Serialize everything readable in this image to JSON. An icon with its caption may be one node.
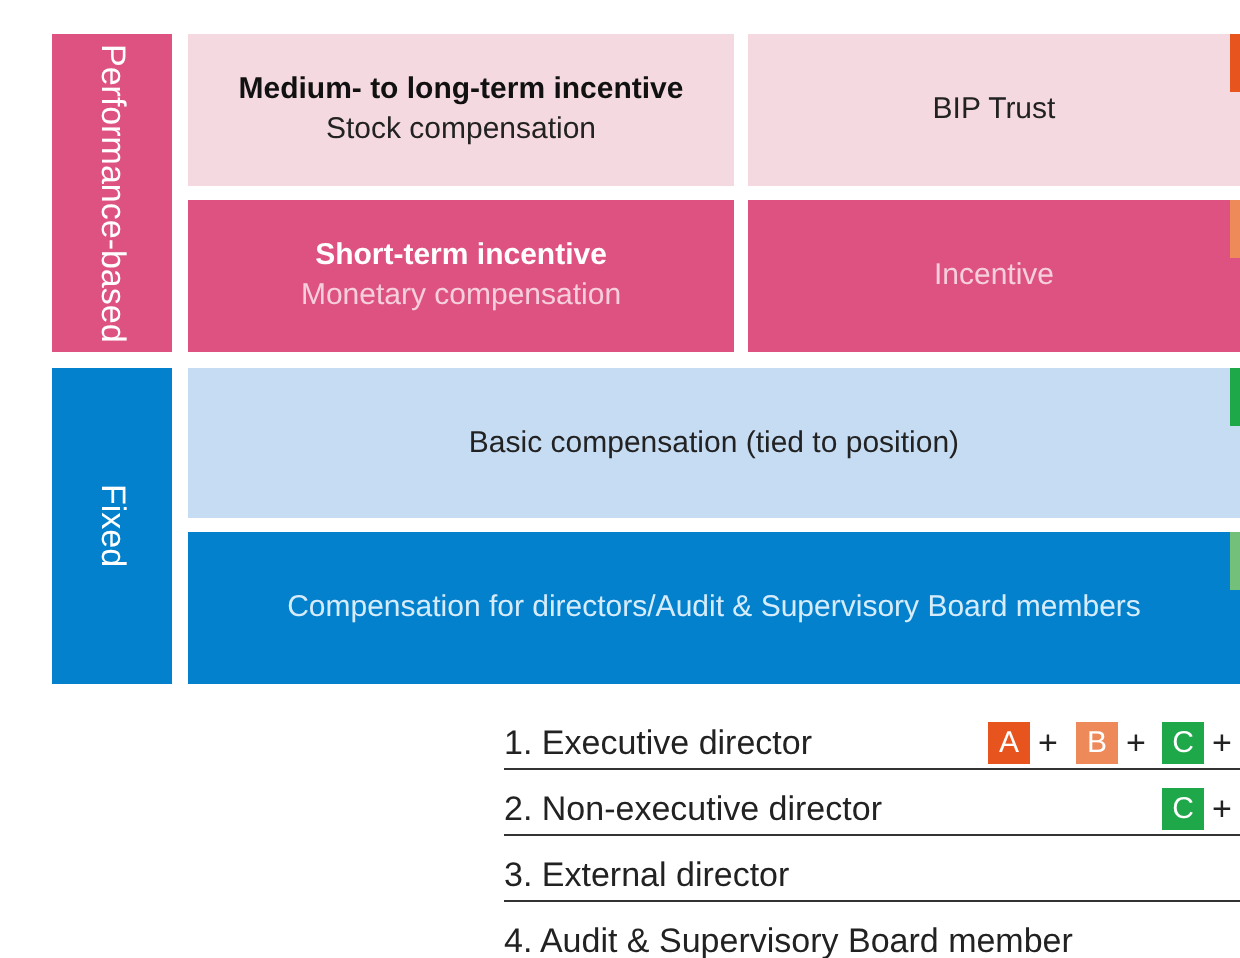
{
  "diagram": {
    "nodes": [
      {
        "text": [
          "Performance-based"
        ]
      },
      {
        "text": [
          "Fixed"
        ]
      },
      {
        "text": [
          "Medium- to long-term incentive",
          "Stock compensation"
        ]
      },
      {
        "text": [
          "BIP Trust"
        ]
      },
      {
        "text": [
          "Short-term incentive",
          "Monetary compensation"
        ]
      },
      {
        "text": [
          "Incentive"
        ]
      },
      {
        "text": [
          "Basic compensation (tied to position)"
        ]
      },
      {
        "text": [
          "Compensation for directors/Audit & Supervisory Board members"
        ]
      },
      {
        "text": [
          "A"
        ]
      },
      {
        "text": [
          "B"
        ]
      },
      {
        "text": [
          "C"
        ]
      },
      {
        "text": [
          "C"
        ]
      }
    ],
    "edges": [],
    "labels": [
      "1. Executive director",
      "+",
      "+",
      "+",
      "2. Non-executive director",
      "+",
      "3. External director",
      "4. Audit & Supervisory Board member"
    ]
  }
}
